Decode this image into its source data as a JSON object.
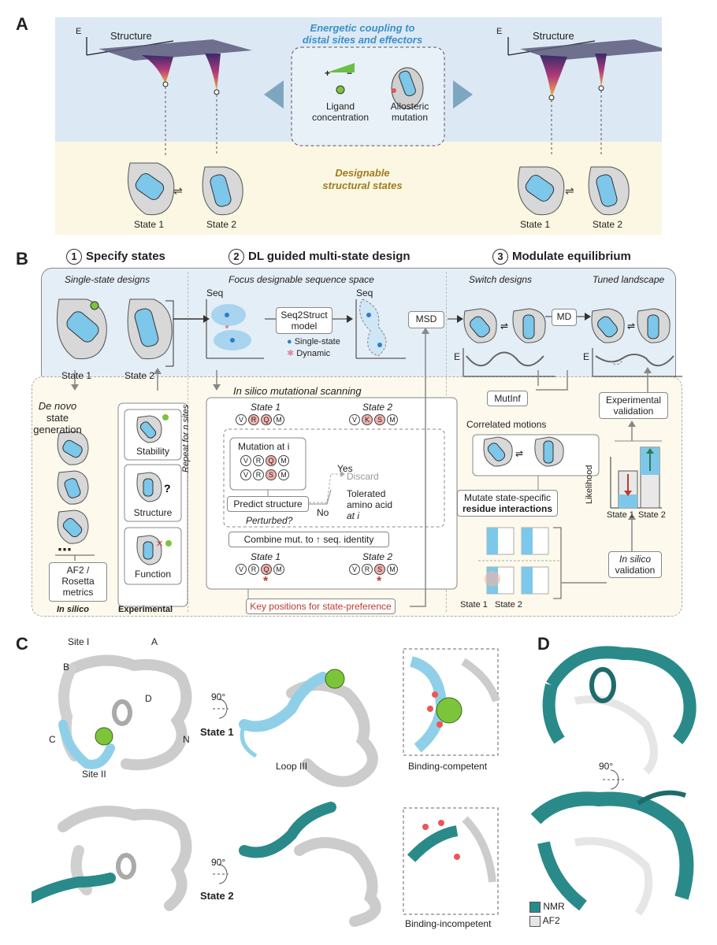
{
  "panels": {
    "a": "A",
    "b": "B",
    "c": "C",
    "d": "D"
  },
  "panelA": {
    "axis_e": "E",
    "axis_structure": "Structure",
    "coupling_title_1": "Energetic coupling to",
    "coupling_title_2": "distal sites and effectors",
    "ligand_label_1": "Ligand",
    "ligand_label_2": "concentration",
    "plus": "+",
    "minus": "−",
    "allosteric_label_1": "Allosteric",
    "allosteric_label_2": "mutation",
    "designable_1": "Designable",
    "designable_2": "structural states",
    "state1": "State 1",
    "state2": "State 2",
    "colors": {
      "top_bg": "#dce9f5",
      "bottom_bg": "#fbf7e2",
      "coupling_text": "#3a8fc8",
      "designable_text": "#a07b1e",
      "arrow": "#7fa6bf"
    }
  },
  "panelB": {
    "step1": {
      "num": "1",
      "title": "Specify states"
    },
    "step2": {
      "num": "2",
      "title": "DL guided multi-state design"
    },
    "step3": {
      "num": "3",
      "title": "Modulate equilibrium"
    },
    "single_state_designs": "Single-state designs",
    "state1": "State 1",
    "state2": "State 2",
    "focus_space": "Focus designable sequence space",
    "seq": "Seq",
    "seq2struct_1": "Seq2Struct",
    "seq2struct_2": "model",
    "legend_single": "Single-state",
    "legend_dynamic": "Dynamic",
    "msd": "MSD",
    "switch_designs": "Switch designs",
    "md": "MD",
    "tuned_landscape": "Tuned landscape",
    "energy": "E",
    "denovo_1": "De novo",
    "denovo_2": "state",
    "denovo_3": "generation",
    "ellipsis": "⋯",
    "af2_1": "AF2 /",
    "af2_2": "Rosetta",
    "af2_3": "metrics",
    "in_silico": "In silico",
    "experimental": "Experimental",
    "stability": "Stability",
    "structure": "Structure",
    "function": "Function",
    "scanning_title": "In silico mutational scanning",
    "state1_italic": "State 1",
    "state2_italic": "State 2",
    "state1_residues": [
      "V",
      "R",
      "Q",
      "M"
    ],
    "state2_residues": [
      "V",
      "K",
      "S",
      "M"
    ],
    "repeat_label": "Repeat for n sites",
    "mutation_at_i": "Mutation at i",
    "mut_row1": [
      "V",
      "R",
      "Q",
      "M"
    ],
    "mut_row2": [
      "V",
      "R",
      "S",
      "M"
    ],
    "yes": "Yes",
    "discard": "Discard",
    "predict_structure": "Predict structure",
    "perturbed": "Perturbed?",
    "no": "No",
    "tolerated_1": "Tolerated",
    "tolerated_2": "amino acid",
    "tolerated_3": "at i",
    "combine": "Combine mut. to ↑ seq. identity",
    "final_s1": [
      "V",
      "R",
      "Q",
      "M"
    ],
    "final_s2": [
      "V",
      "R",
      "S",
      "M"
    ],
    "key_positions": "Key positions for state-preference",
    "mutinf": "MutInf",
    "correlated": "Correlated motions",
    "mutate_1": "Mutate state-specific",
    "mutate_2": "residue interactions",
    "exp_validation_1": "Experimental",
    "exp_validation_2": "validation",
    "likelihood": "Likelihood",
    "insilico_val_1": "In silico",
    "insilico_val_2": "validation",
    "bar_state1": "State 1",
    "bar_state2": "State 2",
    "colors": {
      "top_bg": "#e4eef6",
      "bottom_bg": "#fdf9ec",
      "red_text": "#c0392b",
      "helix": "#7cc7ea"
    }
  },
  "panelC": {
    "site1": "Site I",
    "a": "A",
    "b": "B",
    "d": "D",
    "c": "C",
    "n": "N",
    "site2": "Site II",
    "rot": "90°",
    "state1": "State 1",
    "state2": "State 2",
    "loop3": "Loop III",
    "competent": "Binding-competent",
    "incompetent": "Binding-incompetent",
    "colors": {
      "state1": "#8fd0e8",
      "state2": "#2a8a8a",
      "ion": "#7cc53a"
    }
  },
  "panelD": {
    "rot": "90°",
    "legend_nmr": "NMR",
    "legend_af2": "AF2",
    "colors": {
      "nmr": "#2a8a8a",
      "af2": "#e6e6e6"
    }
  }
}
